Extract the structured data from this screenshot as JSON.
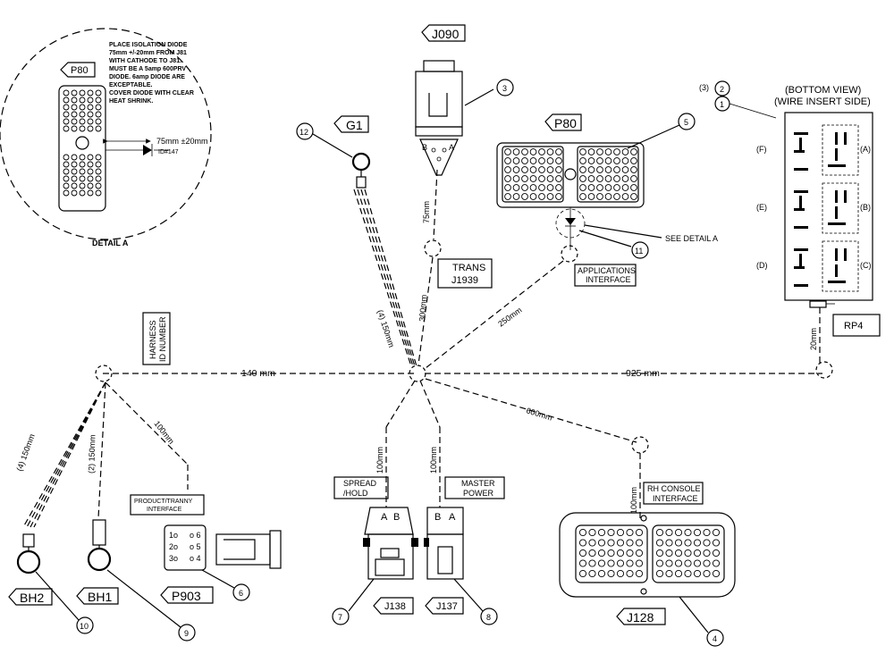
{
  "detail_a": {
    "connector_tag": "P80",
    "note_lines": [
      "PLACE ISOLATION DIODE",
      "75mm +/-20mm FROM J81",
      "WITH CATHODE TO J81.",
      "MUST BE A 5amp 600PRV",
      "DIODE. 6amp DIODE ARE",
      "EXCEPTABLE.",
      "COVER DIODE WITH CLEAR",
      "HEAT SHRINK."
    ],
    "dimension": "75mm ±20mm",
    "diode_ref": "ID#147",
    "title": "DETAIL A"
  },
  "connectors": {
    "j090": {
      "tag": "J090",
      "item": "3",
      "pin_b": "B",
      "pin_a": "A"
    },
    "g1": {
      "tag": "G1",
      "item": "12"
    },
    "p80": {
      "tag": "P80",
      "item": "5"
    },
    "diode_item": "11",
    "see_detail": "SEE DETAIL A",
    "trans": {
      "line1": "TRANS",
      "line2": "J1939"
    },
    "applications": {
      "line1": "APPLICATIONS",
      "line2": "INTERFACE"
    },
    "bh2": {
      "tag": "BH2",
      "item": "10"
    },
    "bh1": {
      "tag": "BH1",
      "item": "9"
    },
    "p903": {
      "tag": "P903",
      "item": "6",
      "label_line1": "PRODUCT/TRANNY",
      "label_line2": "INTERFACE",
      "pins": [
        "1o",
        "2o",
        "3o"
      ],
      "pins_r": [
        "o 6",
        "o 5",
        "o 4"
      ]
    },
    "j138": {
      "tag": "J138",
      "item": "7",
      "label_line1": "SPREAD",
      "label_line2": "/HOLD",
      "pin_a": "A",
      "pin_b": "B"
    },
    "j137": {
      "tag": "J137",
      "item": "8",
      "label_line1": "MASTER",
      "label_line2": "POWER",
      "pin_b": "B",
      "pin_a": "A"
    },
    "j128": {
      "tag": "J128",
      "item": "4",
      "label_line1": "RH CONSOLE",
      "label_line2": "INTERFACE"
    },
    "rp4": {
      "tag": "RP4",
      "item_a": "2",
      "item_b": "1",
      "item_c": "(3)"
    }
  },
  "harness_id": {
    "line1": "HARNESS",
    "line2": "ID NUMBER"
  },
  "relay_box": {
    "title_line1": "(BOTTOM VIEW)",
    "title_line2": "(WIRE INSERT SIDE)",
    "left_labels": [
      "(F)",
      "(E)",
      "(D)"
    ],
    "right_labels": [
      "(A)",
      "(B)",
      "(C)"
    ]
  },
  "dimensions": {
    "trunk_left": "140 mm",
    "trunk_right": "925 mm",
    "j090_branch": "75mm",
    "trans_branch": "300mm",
    "g1_branch": "(4) 150mm",
    "app_branch": "250mm",
    "rp4_branch": "20mm",
    "j128_branch": "600mm",
    "j138_branch": "100mm",
    "j137_branch": "100mm",
    "j128_drop": "100mm",
    "bh2_branch": "(4) 150mm",
    "bh1_branch": "(2) 150mm",
    "p903_branch": "100mm"
  }
}
